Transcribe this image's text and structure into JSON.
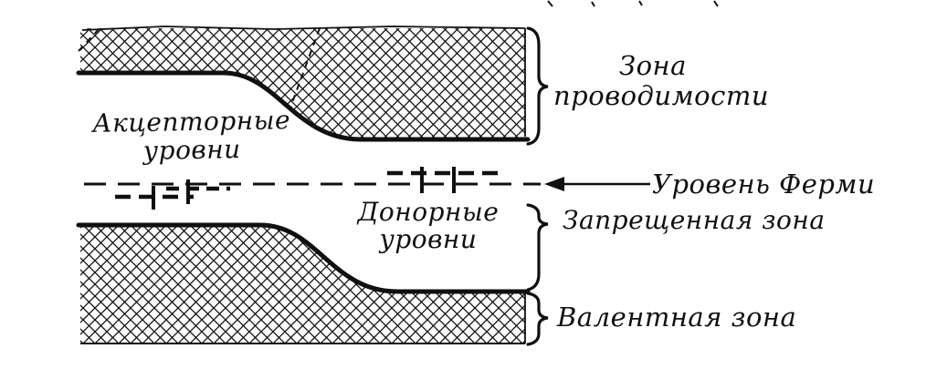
{
  "diagram": {
    "title_hint": "p-n junction energy band diagram (hand-drawn textbook figure)",
    "labels": {
      "acceptor_line1": "Акцепторные",
      "acceptor_line2": "уровни",
      "donor_line1": "Донорные",
      "donor_line2": "уровни",
      "conduction_line1": "Зона",
      "conduction_line2": "проводимости",
      "fermi": "Уровень Ферми",
      "forbidden": "Запрещенная зона",
      "valence": "Валентная зона"
    },
    "colors": {
      "ink": "#101010",
      "paper": "#ffffff"
    }
  }
}
